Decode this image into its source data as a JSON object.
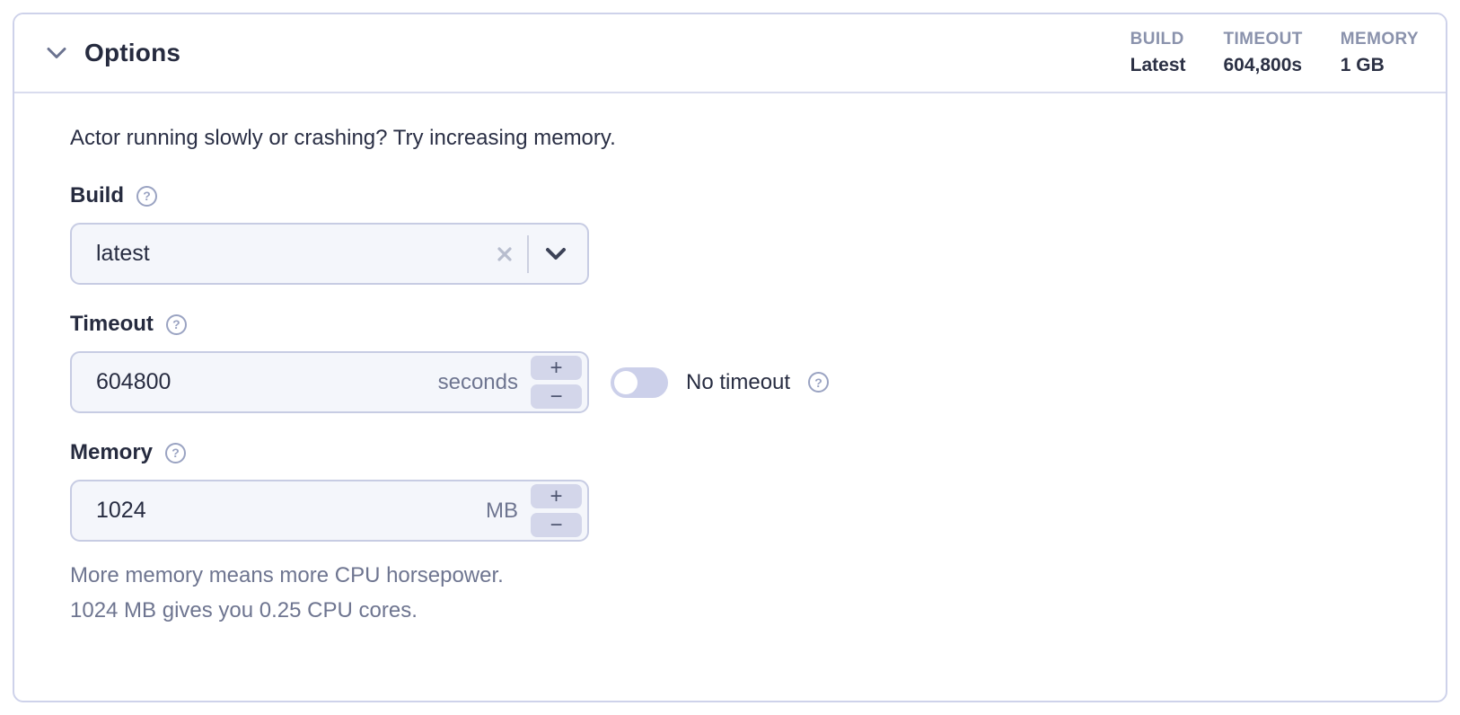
{
  "header": {
    "title": "Options",
    "summary": [
      {
        "label": "BUILD",
        "value": "Latest"
      },
      {
        "label": "TIMEOUT",
        "value": "604,800s"
      },
      {
        "label": "MEMORY",
        "value": "1 GB"
      }
    ]
  },
  "body": {
    "intro": "Actor running slowly or crashing? Try increasing memory.",
    "build": {
      "label": "Build",
      "value": "latest"
    },
    "timeout": {
      "label": "Timeout",
      "value": "604800",
      "unit": "seconds",
      "no_timeout_label": "No timeout",
      "no_timeout_enabled": false
    },
    "memory": {
      "label": "Memory",
      "value": "1024",
      "unit": "MB",
      "note": [
        "More memory means more CPU horsepower.",
        "1024 MB gives you 0.25 CPU cores."
      ]
    }
  },
  "icons": {
    "help_glyph": "?",
    "plus": "+",
    "minus": "−"
  },
  "colors": {
    "panel_border": "#ced2ea",
    "input_bg": "#f4f6fb",
    "input_border": "#c7cce3",
    "stepper_bg": "#d3d6ea",
    "toggle_bg": "#ccd0ea",
    "text_dark": "#272c41",
    "text_muted": "#6e7590",
    "summary_label": "#8a92ac"
  }
}
